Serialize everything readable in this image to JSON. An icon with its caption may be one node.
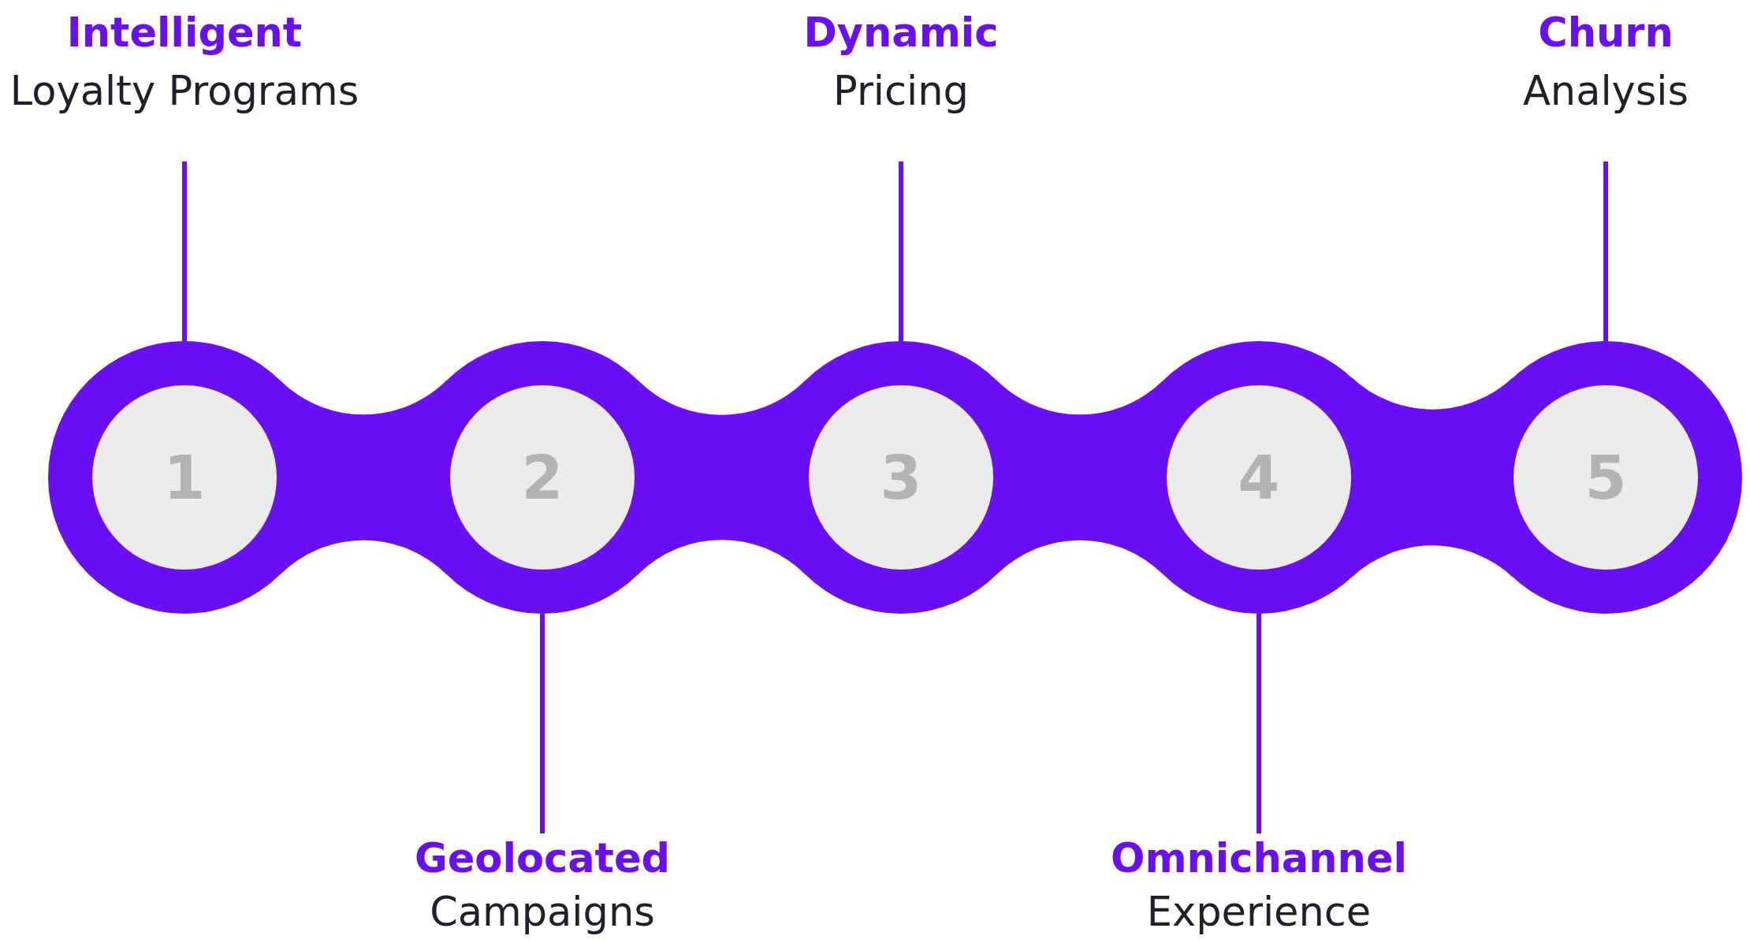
{
  "diagram": {
    "nodes": [
      {
        "text": [
          "Intelligent",
          "Loyalty Programs"
        ]
      },
      {
        "text": [
          "Geolocated",
          "Campaigns"
        ]
      },
      {
        "text": [
          "Dynamic",
          "Pricing"
        ]
      },
      {
        "text": [
          "Omnichannel",
          "Experience"
        ]
      },
      {
        "text": [
          "Churn",
          "Analysis"
        ]
      },
      {
        "text": [
          "1"
        ]
      },
      {
        "text": [
          "2"
        ]
      },
      {
        "text": [
          "3"
        ]
      },
      {
        "text": [
          "4"
        ]
      },
      {
        "text": [
          "5"
        ]
      }
    ],
    "edges": [
      {
        "from": 0,
        "to": 5,
        "arrow": "none"
      },
      {
        "from": 1,
        "to": 6,
        "arrow": "none"
      },
      {
        "from": 2,
        "to": 7,
        "arrow": "none"
      },
      {
        "from": 3,
        "to": 8,
        "arrow": "none"
      },
      {
        "from": 4,
        "to": 9,
        "arrow": "none"
      }
    ]
  }
}
